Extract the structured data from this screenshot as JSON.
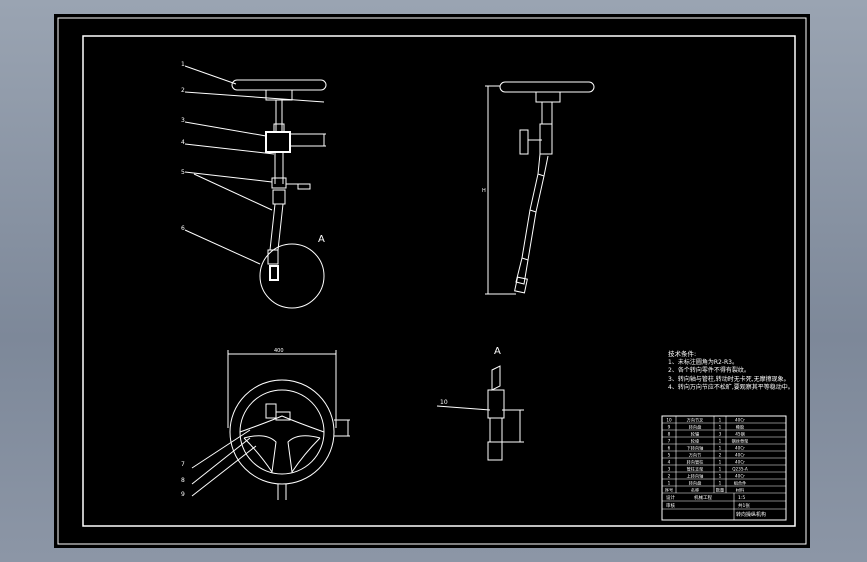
{
  "balloons": [
    "1",
    "2",
    "3",
    "4",
    "5",
    "6",
    "7",
    "8",
    "9",
    "10"
  ],
  "view_label": "A",
  "dimensions": {
    "top_height": "H",
    "wheel_width": "400"
  },
  "notes": {
    "title": "技术条件:",
    "items": [
      "1、未标注圆角为R2-R3。",
      "2、各个转向零件不得有裂纹。",
      "3、转向轴与管柱,转动时无卡死,无摩擦现象。",
      "4、转向万向节应不松旷,要观察其平等稳动中。"
    ]
  },
  "title_block": {
    "rows": [
      [
        "10",
        "万向节叉",
        "1",
        "40Cr"
      ],
      [
        "9",
        "转向盘",
        "1",
        "橡胶"
      ],
      [
        "8",
        "轮辐",
        "3",
        "45钢"
      ],
      [
        "7",
        "轮缘",
        "1",
        "钢丝骨架"
      ],
      [
        "6",
        "下转向轴",
        "1",
        "40Cr"
      ],
      [
        "5",
        "万向节",
        "2",
        "40Cr"
      ],
      [
        "4",
        "转向管柱",
        "1",
        "40Cr"
      ],
      [
        "3",
        "管柱支架",
        "1",
        "Q235-A"
      ],
      [
        "2",
        "上转向轴",
        "1",
        "40Cr"
      ],
      [
        "1",
        "转向盘",
        "1",
        "组合件"
      ]
    ],
    "header": [
      "序号",
      "名称",
      "数量",
      "材料"
    ],
    "drawing_name": "转向操纵机构",
    "scale": "1:5",
    "sheet": "共1张",
    "designer": "设计",
    "checker": "审核",
    "school": "机械工程"
  }
}
